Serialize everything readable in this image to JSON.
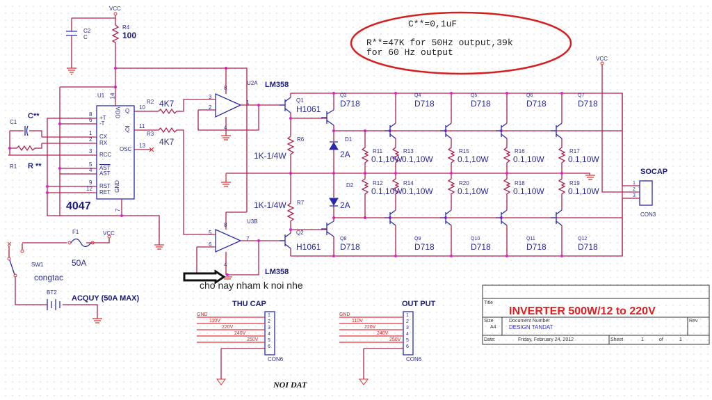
{
  "note": {
    "c_value": "C**=0,1uF",
    "r_value_line1": "R**=47K for 50Hz output,39k",
    "r_value_line2": "for 60 Hz output"
  },
  "power_labels": {
    "vcc_top": "VCC",
    "vcc_fuse": "VCC",
    "vcc_right": "VCC"
  },
  "components": {
    "c2": {
      "ref": "C2",
      "value": "C"
    },
    "r4": {
      "ref": "R4",
      "value": "100"
    },
    "u1": {
      "ref": "U1",
      "part": "4047",
      "pin_vdd": "14",
      "pin_gnd": "7"
    },
    "c1": {
      "ref": "C1",
      "value": "C**"
    },
    "r1": {
      "ref": "R1",
      "value": "R **"
    },
    "r2": {
      "ref": "R2",
      "value": "4K7"
    },
    "r3": {
      "ref": "R3",
      "value": "4K7"
    },
    "u2a": {
      "ref": "U2A",
      "part": "LM358"
    },
    "u3b": {
      "ref": "U3B",
      "part": "LM358"
    },
    "r6": {
      "ref": "R6",
      "value": "1K-1/4W"
    },
    "r7": {
      "ref": "R7",
      "value": "1K-1/4W"
    },
    "q1": {
      "ref": "Q1",
      "part": "H1061"
    },
    "q2": {
      "ref": "Q2",
      "part": "H1061"
    },
    "d1": {
      "ref": "D1",
      "value": "2A"
    },
    "d2": {
      "ref": "D2",
      "value": "2A"
    },
    "f1": {
      "ref": "F1",
      "value": "50A"
    },
    "sw1": {
      "ref": "SW1",
      "value": "congtac"
    },
    "bt2": {
      "ref": "BT2",
      "value": "ACQUY (50A MAX)"
    },
    "socap": {
      "title": "SOCAP",
      "part": "CON3"
    }
  },
  "u1_pins": [
    {
      "num": "8",
      "name": "+T"
    },
    {
      "num": "6",
      "name": "-T"
    },
    {
      "num": "1",
      "name": "CX"
    },
    {
      "num": "2",
      "name": "RX"
    },
    {
      "num": "3",
      "name": "RCC"
    },
    {
      "num": "5",
      "name": "AST"
    },
    {
      "num": "4",
      "name": "AST"
    },
    {
      "num": "9",
      "name": "RST"
    },
    {
      "num": "12",
      "name": "RET"
    }
  ],
  "u1_right_pins": [
    {
      "num": "10",
      "name": "Q"
    },
    {
      "num": "11",
      "name": "Q"
    },
    {
      "num": "13",
      "name": "OSC"
    }
  ],
  "u1_side_labels": {
    "vdd": "VDD",
    "gnd": "GND"
  },
  "opamp_pins": {
    "u2a": {
      "in_plus": "3",
      "in_minus": "2",
      "out": "1",
      "vpos": "8",
      "vneg": "4"
    },
    "u3b": {
      "in_plus": "5",
      "in_minus": "6",
      "out": "7",
      "vpos": "8",
      "vneg": "4"
    }
  },
  "top_transistors": [
    {
      "ref": "Q3",
      "part": "D718"
    },
    {
      "ref": "Q4",
      "part": "D718"
    },
    {
      "ref": "Q5",
      "part": "D718"
    },
    {
      "ref": "Q6",
      "part": "D718"
    },
    {
      "ref": "Q7",
      "part": "D718"
    }
  ],
  "bottom_transistors": [
    {
      "ref": "Q8",
      "part": "D718"
    },
    {
      "ref": "Q9",
      "part": "D718"
    },
    {
      "ref": "Q10",
      "part": "D718"
    },
    {
      "ref": "Q11",
      "part": "D718"
    },
    {
      "ref": "Q12",
      "part": "D718"
    }
  ],
  "top_resistors": [
    {
      "ref": "R11",
      "value": "0.1,10W"
    },
    {
      "ref": "R13",
      "value": "0.1,10W"
    },
    {
      "ref": "R15",
      "value": "0.1,10W"
    },
    {
      "ref": "R16",
      "value": "0.1,10W"
    },
    {
      "ref": "R17",
      "value": "0.1,10W"
    }
  ],
  "bottom_resistors": [
    {
      "ref": "R12",
      "value": "0.1,10W"
    },
    {
      "ref": "R14",
      "value": "0.1,10W"
    },
    {
      "ref": "R20",
      "value": "0.1,10W"
    },
    {
      "ref": "R18",
      "value": "0.1,10W"
    },
    {
      "ref": "R19",
      "value": "0.1,10W"
    }
  ],
  "socap_pins": [
    "1",
    "2",
    "3"
  ],
  "annotation": "cho nay nham k noi nhe",
  "connectors": [
    {
      "title": "THU CAP",
      "part": "CON6",
      "wires": [
        "GND",
        "110V",
        "220V",
        "240V",
        "250V"
      ],
      "pins": [
        "1",
        "2",
        "3",
        "4",
        "5",
        "6"
      ]
    },
    {
      "title": "OUT PUT",
      "part": "CON6",
      "wires": [
        "GND",
        "110V",
        "220V",
        "240V",
        "250V"
      ],
      "pins": [
        "1",
        "2",
        "3",
        "4",
        "5",
        "6"
      ]
    }
  ],
  "ground_note": "NOI DAT",
  "title_block": {
    "title_label": "Title",
    "title": "INVERTER 500W/12 to 220V",
    "size_label": "Size",
    "size": "A4",
    "docnum_label": "Document Number",
    "docnum": "DESIGN TANDAT",
    "rev_label": "Rev",
    "date_label": "Date:",
    "date": "Friday, February 24, 2012",
    "sheet_label": "Sheet",
    "sheet": "1",
    "of_label": "of",
    "sheet_total": "1"
  },
  "colors": {
    "wire": "#b0224a",
    "symbol": "#2a2ab0",
    "junction": "#e020d0",
    "title": "#e02020",
    "note_ellipse": "#d42020"
  }
}
